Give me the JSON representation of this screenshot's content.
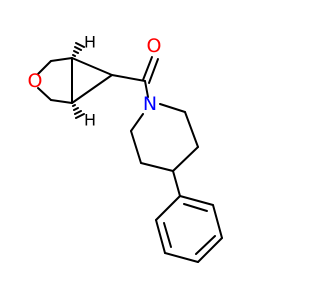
{
  "molecule": {
    "atoms": {
      "oxygen_ring": {
        "symbol": "O",
        "color": "#ff0000"
      },
      "oxygen_carbonyl": {
        "symbol": "O",
        "color": "#ff0000"
      },
      "nitrogen": {
        "symbol": "N",
        "color": "#0000ff"
      },
      "stereo_h_top": {
        "symbol": "H",
        "color": "#000000"
      },
      "stereo_h_bottom": {
        "symbol": "H",
        "color": "#000000"
      }
    }
  }
}
